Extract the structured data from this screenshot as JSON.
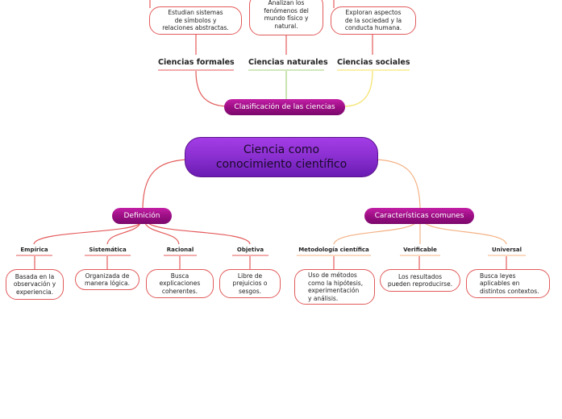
{
  "central": {
    "text": "Ciencia como\nconocimiento científico"
  },
  "top": {
    "pill": "Clasificación de las ciencias",
    "categories": [
      {
        "label": "Ciencias formales",
        "desc": "Estudian sistemas\nde símbolos y\nrelaciones abstractas."
      },
      {
        "label": "Ciencias naturales",
        "desc": "Analizan los\nfenómenos del\nmundo físico y\nnatural."
      },
      {
        "label": "Ciencias sociales",
        "desc": "Exploran aspectos\nde la sociedad y la\nconducta humana."
      }
    ]
  },
  "definicion": {
    "pill": "Definición",
    "items": [
      {
        "label": "Empírica",
        "desc": "Basada en la\nobservación y\nexperiencia."
      },
      {
        "label": "Sistemática",
        "desc": "Organizada de\nmanera lógica."
      },
      {
        "label": "Racional",
        "desc": "Busca\nexplicaciones\ncoherentes."
      },
      {
        "label": "Objetiva",
        "desc": "Libre de\nprejuicios o\nsesgos."
      }
    ]
  },
  "caracteristicas": {
    "pill": "Características comunes",
    "items": [
      {
        "label": "Metodología científica",
        "desc": "Uso de métodos\ncomo la hipótesis,\nexperimentación\ny análisis."
      },
      {
        "label": "Verificable",
        "desc": "Los resultados\npueden reproducirse."
      },
      {
        "label": "Universal",
        "desc": "Busca leyes\naplicables en\ndistintos contextos."
      }
    ]
  },
  "colors": {
    "central": "#8a2fd0",
    "pill": "#9c0e84",
    "line_red": "#e45a5a",
    "line_orange": "#f4b183",
    "line_yellow": "#f5e67a",
    "line_green": "#a6d27a",
    "box_border": "#e25a5a"
  }
}
